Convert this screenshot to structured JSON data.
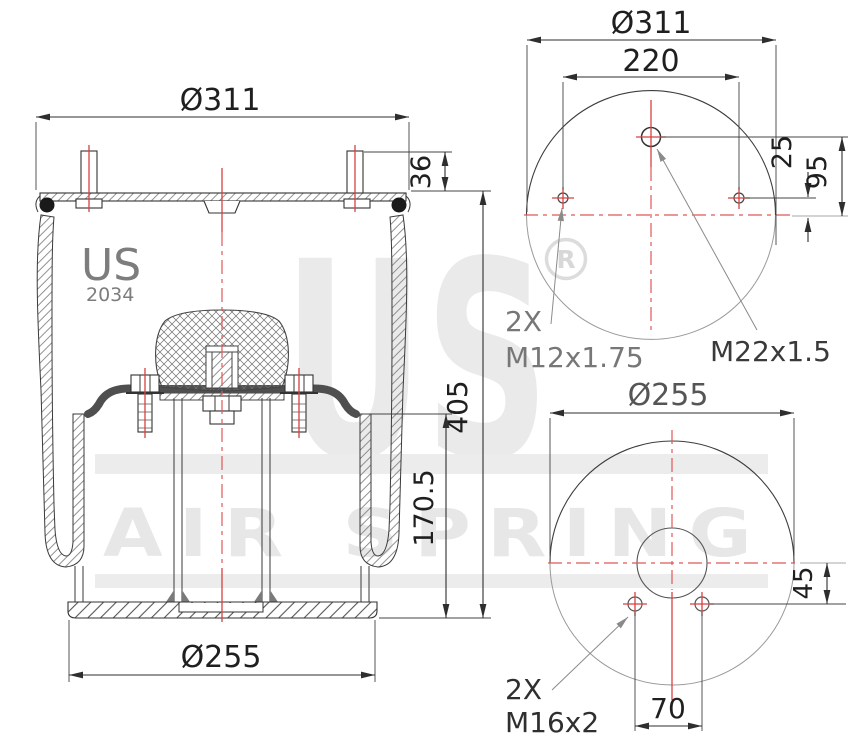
{
  "watermark": {
    "brand": "US",
    "registered": "R",
    "tagline": "AIR SPRING"
  },
  "logo": {
    "brand": "US",
    "model": "2034"
  },
  "side_view": {
    "dims": {
      "top_plate_diameter": "Ø311",
      "stud_height": "36",
      "overall_height": "405",
      "piston_height": "170.5",
      "piston_diameter": "Ø255"
    }
  },
  "top_view": {
    "dims": {
      "plate_diameter": "Ø311",
      "stud_spacing": "220",
      "hole_offset": "25",
      "center_offset": "95"
    },
    "labels": {
      "stud_qty": "2X",
      "stud_thread": "M12x1.75",
      "center_thread": "M22x1.5"
    }
  },
  "bottom_view": {
    "dims": {
      "piston_diameter": "Ø255",
      "hole_offset": "45",
      "hole_spacing": "70"
    },
    "labels": {
      "bolt_qty": "2X",
      "bolt_thread": "M16x2"
    }
  },
  "colors": {
    "line": "#2e2e2e",
    "centerline_red": "#e15757",
    "watermark_gray": "#eaeaea",
    "label_gray": "#777777"
  }
}
